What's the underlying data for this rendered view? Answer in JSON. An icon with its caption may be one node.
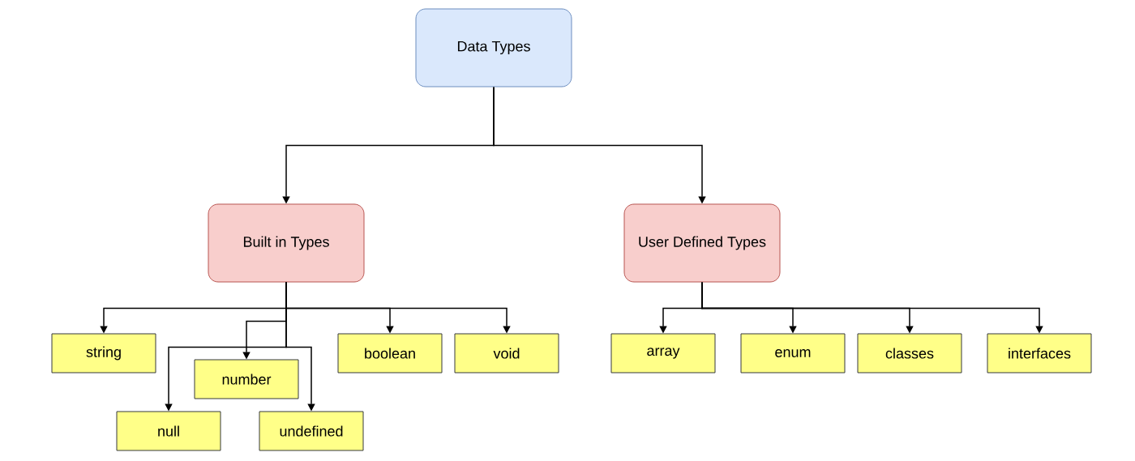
{
  "diagram": {
    "nodes": [
      {
        "text": [
          "Data Types"
        ]
      },
      {
        "text": [
          "Built in Types"
        ]
      },
      {
        "text": [
          "User Defined Types"
        ]
      },
      {
        "text": [
          "string"
        ]
      },
      {
        "text": [
          "number"
        ]
      },
      {
        "text": [
          "null"
        ]
      },
      {
        "text": [
          "undefined"
        ]
      },
      {
        "text": [
          "boolean"
        ]
      },
      {
        "text": [
          "void"
        ]
      },
      {
        "text": [
          "array"
        ]
      },
      {
        "text": [
          "enum"
        ]
      },
      {
        "text": [
          "classes"
        ]
      },
      {
        "text": [
          "interfaces"
        ]
      }
    ],
    "edges": [
      {
        "from": 0,
        "to": 1,
        "arrow": "to"
      },
      {
        "from": 0,
        "to": 2,
        "arrow": "to"
      },
      {
        "from": 1,
        "to": 3,
        "arrow": "to"
      },
      {
        "from": 1,
        "to": 4,
        "arrow": "to"
      },
      {
        "from": 1,
        "to": 5,
        "arrow": "to"
      },
      {
        "from": 1,
        "to": 6,
        "arrow": "to"
      },
      {
        "from": 1,
        "to": 7,
        "arrow": "to"
      },
      {
        "from": 1,
        "to": 8,
        "arrow": "to"
      },
      {
        "from": 2,
        "to": 9,
        "arrow": "to"
      },
      {
        "from": 2,
        "to": 10,
        "arrow": "to"
      },
      {
        "from": 2,
        "to": 11,
        "arrow": "to"
      },
      {
        "from": 2,
        "to": 12,
        "arrow": "to"
      }
    ]
  }
}
